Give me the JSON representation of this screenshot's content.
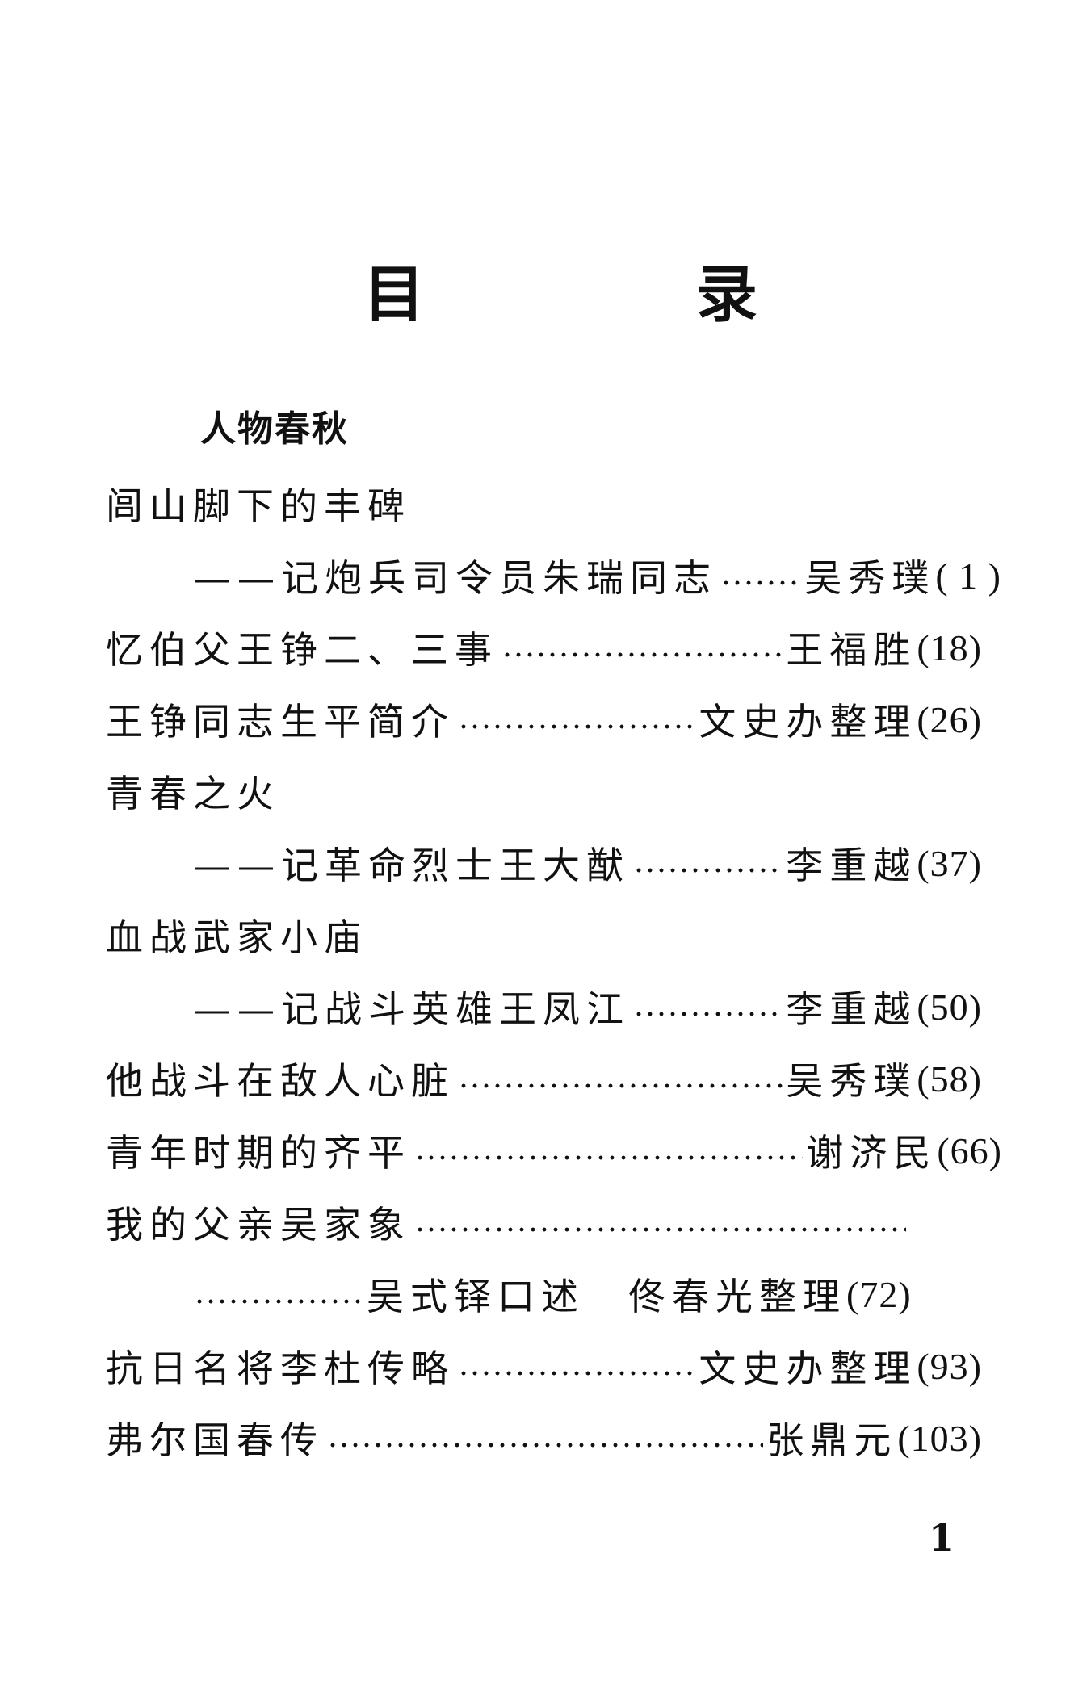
{
  "heading": {
    "char1": "目",
    "char2": "录"
  },
  "section": "人物春秋",
  "entries": [
    {
      "title": "闾山脚下的丰碑"
    },
    {
      "title": "——记炮兵司令员朱瑞同志",
      "author": "吴秀璞",
      "page": "( 1 )"
    },
    {
      "title": "忆伯父王铮二、三事",
      "author": "王福胜",
      "page": "(18)"
    },
    {
      "title": "王铮同志生平简介",
      "author": "文史办整理",
      "page": "(26)"
    },
    {
      "title": "青春之火"
    },
    {
      "title": "——记革命烈士王大猷",
      "author": "李重越",
      "page": "(37)"
    },
    {
      "title": "血战武家小庙"
    },
    {
      "title": "——记战斗英雄王凤江",
      "author": "李重越",
      "page": "(50)"
    },
    {
      "title": "他战斗在敌人心脏",
      "author": "吴秀璞",
      "page": "(58)"
    },
    {
      "title": "青年时期的齐平",
      "author": "谢济民",
      "page": "(66)"
    },
    {
      "title": "我的父亲吴家象"
    },
    {
      "author": "吴式铎口述　佟春光整理",
      "page": "(72)"
    },
    {
      "title": "抗日名将李杜传略",
      "author": "文史办整理",
      "page": "(93)"
    },
    {
      "title": "弗尔国春传",
      "author": "张鼎元",
      "page": "(103)"
    }
  ],
  "page_number": "1"
}
